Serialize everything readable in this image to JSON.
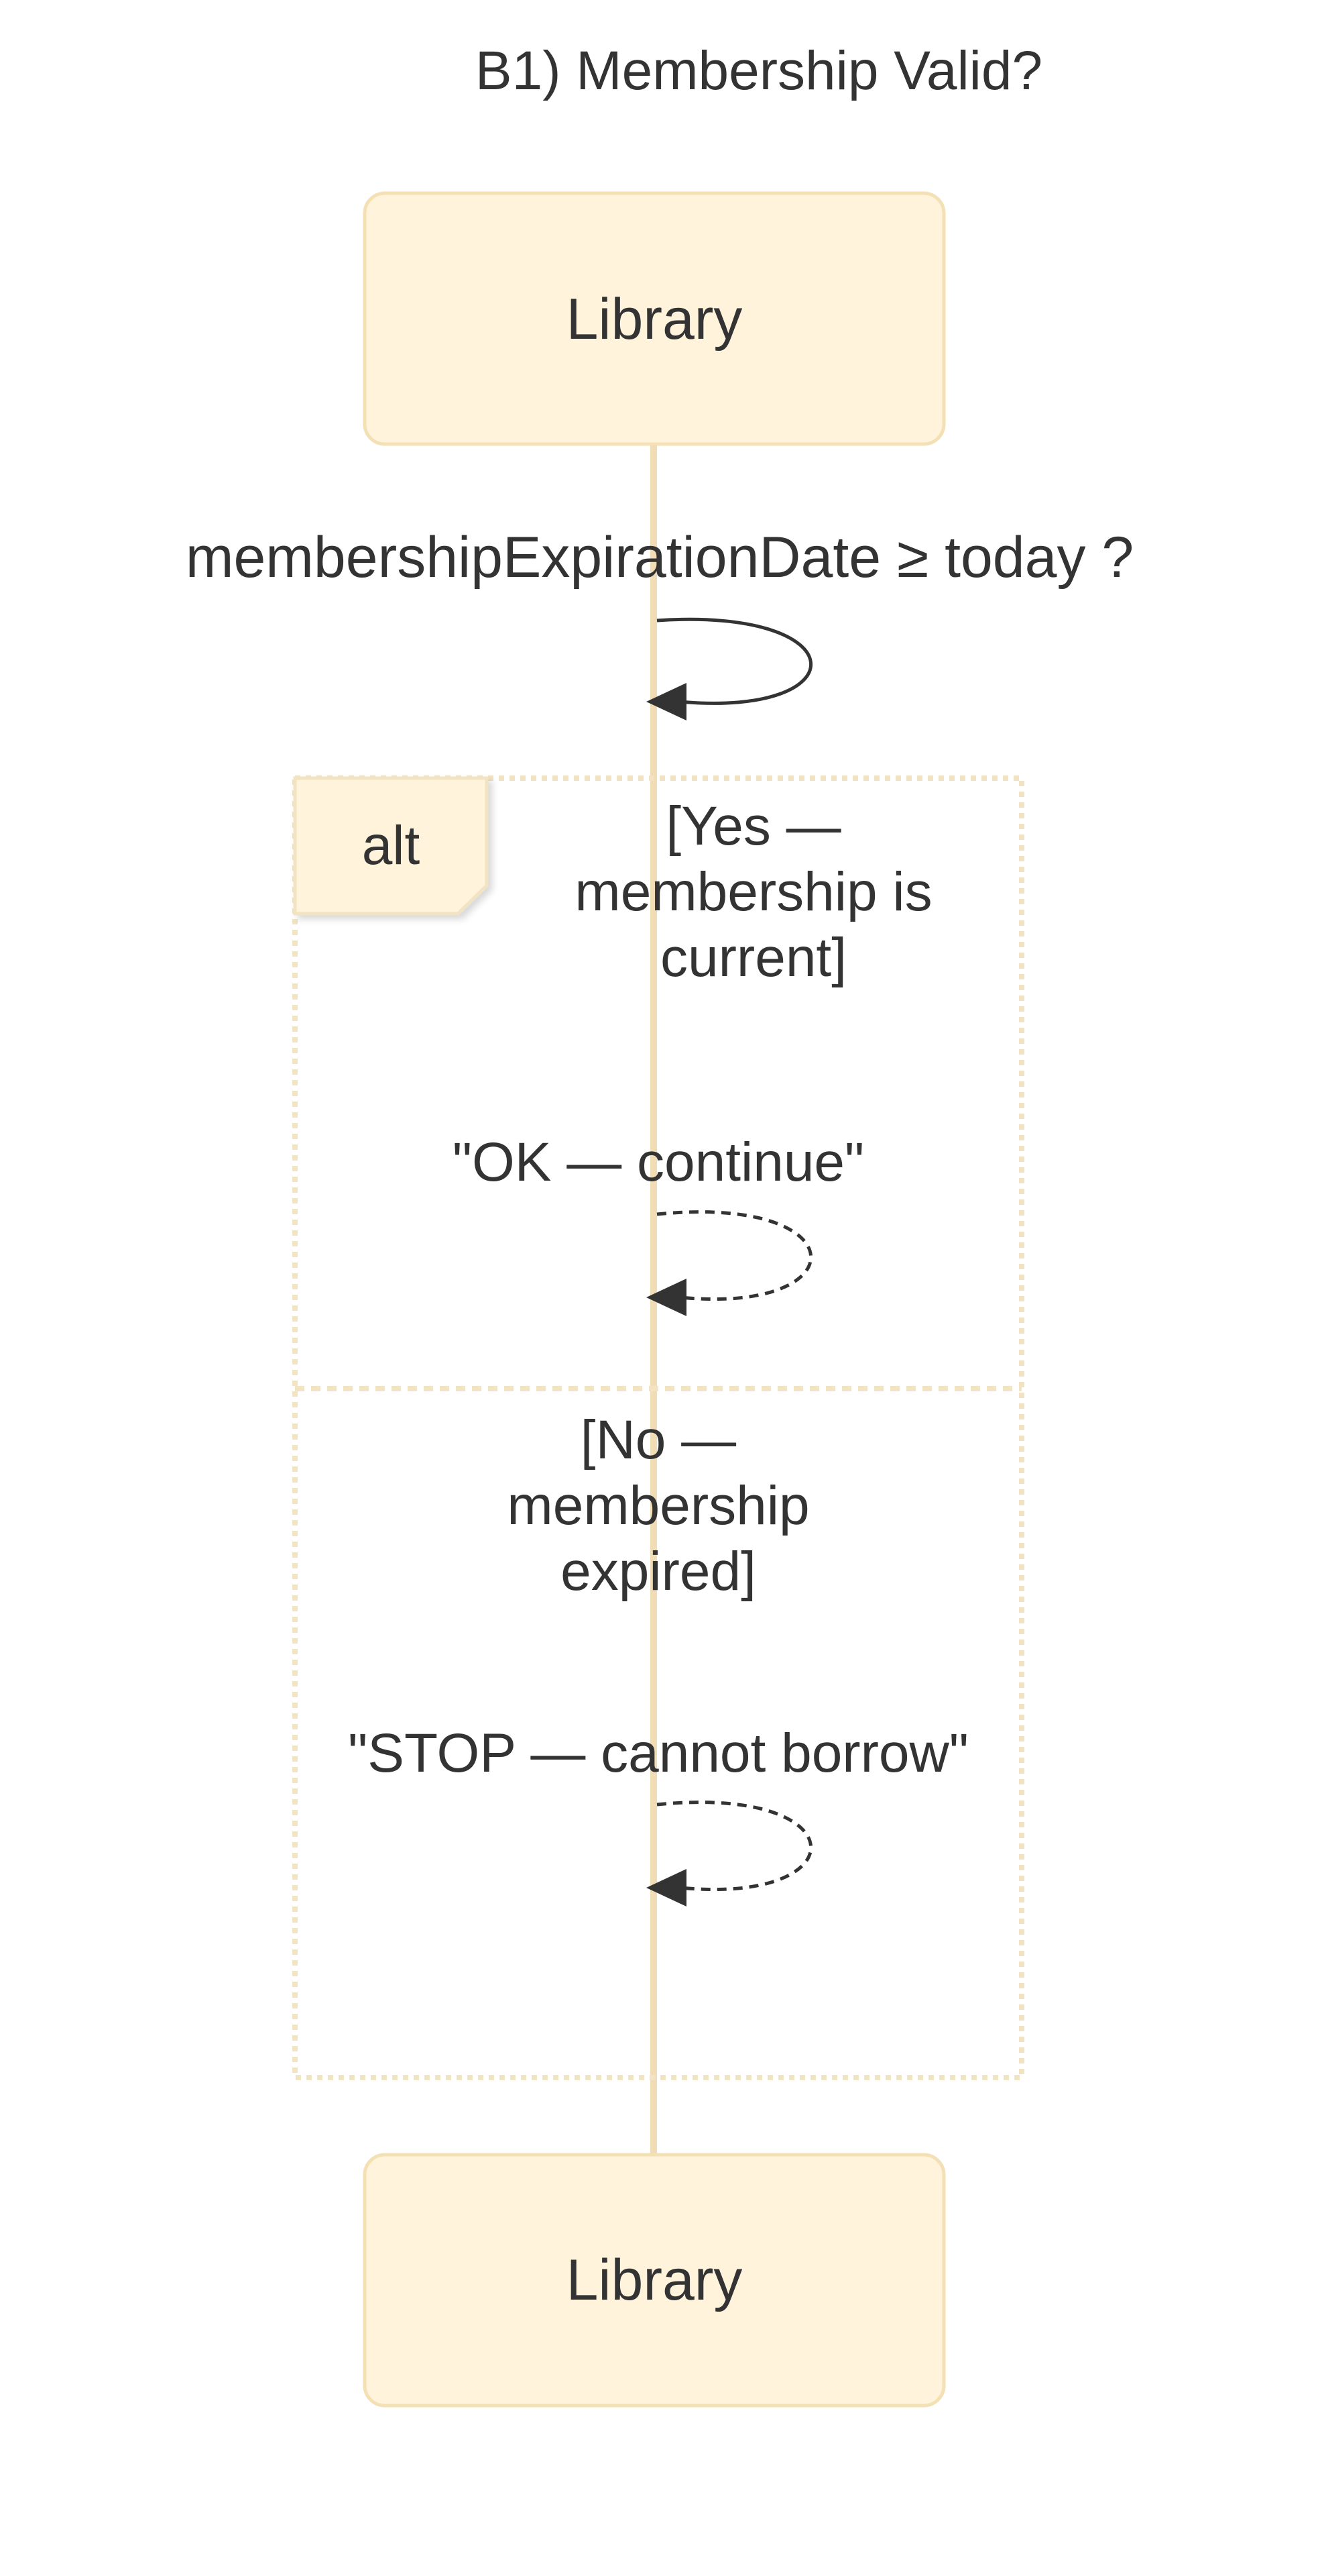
{
  "diagram": {
    "title": "B1) Membership Valid?",
    "participant": {
      "top_label": "Library",
      "bottom_label": "Library"
    },
    "check_message": {
      "label": "membershipExpirationDate ≥ today ?",
      "style": "solid"
    },
    "alt_fragment": {
      "operator": "alt",
      "yes_guard": [
        "[Yes —",
        "membership is",
        "current]"
      ],
      "yes_reply": "\"OK — continue\"",
      "no_guard": [
        "[No —",
        "membership",
        "expired]"
      ],
      "no_reply": "\"STOP — cannot borrow\""
    },
    "colors": {
      "participant_fill": "#fff3db",
      "participant_stroke": "#f3e0b5",
      "lifeline": "#f0ddb6",
      "fragment_border": "#f2e3c2",
      "text": "#333333",
      "arrow": "#333333"
    }
  }
}
